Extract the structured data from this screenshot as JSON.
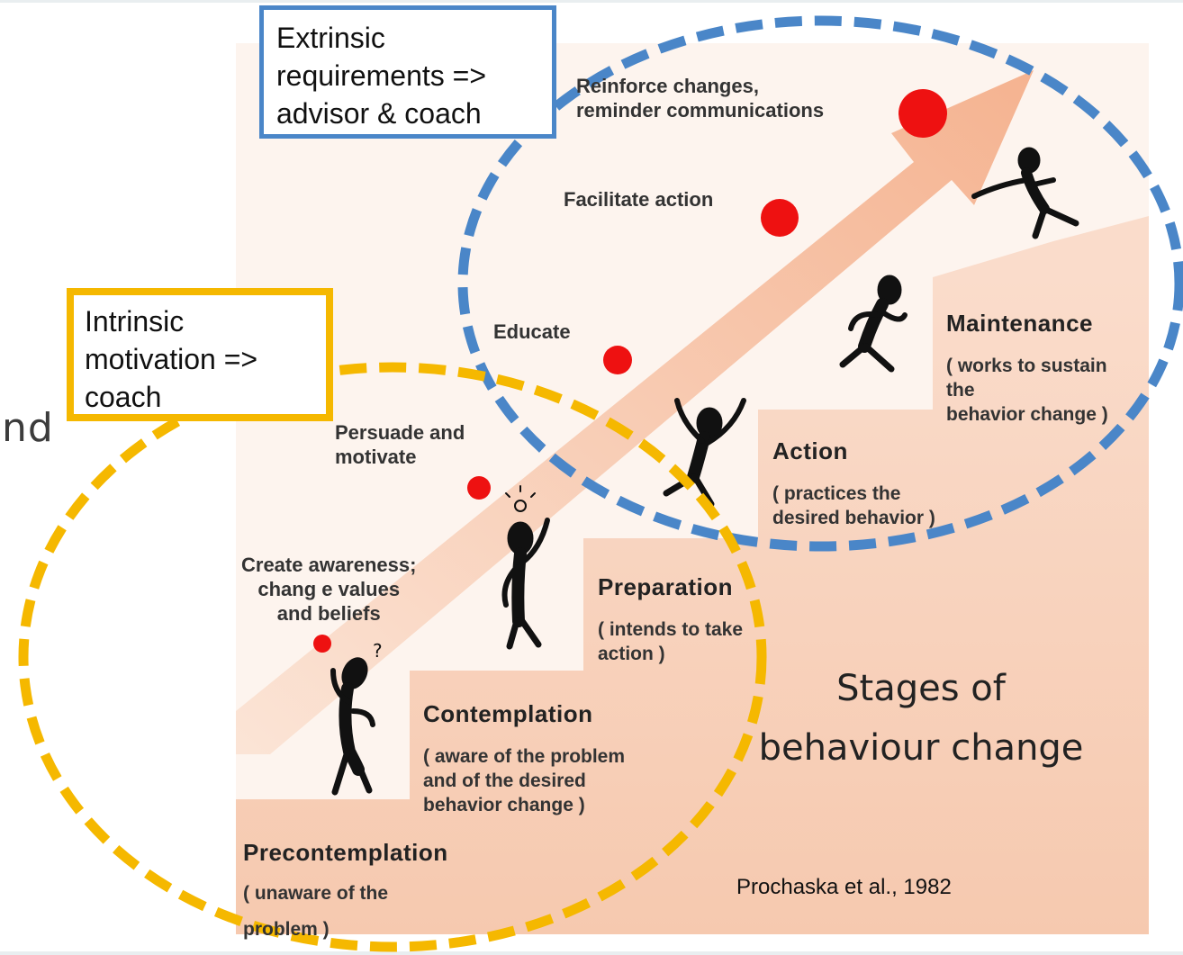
{
  "page": {
    "left_fragment": "nd",
    "extrinsic_box": "Extrinsic\nrequirements =>\nadvisor & coach",
    "intrinsic_box": "Intrinsic\nmotivation =>\ncoach"
  },
  "actions": [
    {
      "id": "reinforce",
      "text": "Reinforce changes,\nreminder communications"
    },
    {
      "id": "facilitate",
      "text": "Facilitate action"
    },
    {
      "id": "educate",
      "text": "Educate"
    },
    {
      "id": "persuade",
      "text": "Persuade and\nmotivate"
    },
    {
      "id": "awareness",
      "text": "Create awareness;\nchang e values\nand beliefs"
    }
  ],
  "stages": [
    {
      "id": "precontemplation",
      "name": "Precontemplation",
      "desc": "( unaware of the\n\nproblem )"
    },
    {
      "id": "contemplation",
      "name": "Contemplation",
      "desc": "( aware of the problem\nand of the desired\nbehavior change )"
    },
    {
      "id": "preparation",
      "name": "Preparation",
      "desc": "( intends to take\naction )"
    },
    {
      "id": "action",
      "name": "Action",
      "desc": "( practices the\ndesired behavior )"
    },
    {
      "id": "maintenance",
      "name": "Maintenance",
      "desc": "( works to sustain\n the\nbehavior change )"
    }
  ],
  "diagram_title": "Stages of\nbehaviour change",
  "citation": "Prochaska et al., 1982",
  "colors": {
    "stair_fill": "#f8d3bd",
    "arrow_fill": "#f6b491",
    "dot_red": "#ee1111",
    "extrinsic_blue": "#4a86c8",
    "intrinsic_yellow": "#f5b800"
  }
}
